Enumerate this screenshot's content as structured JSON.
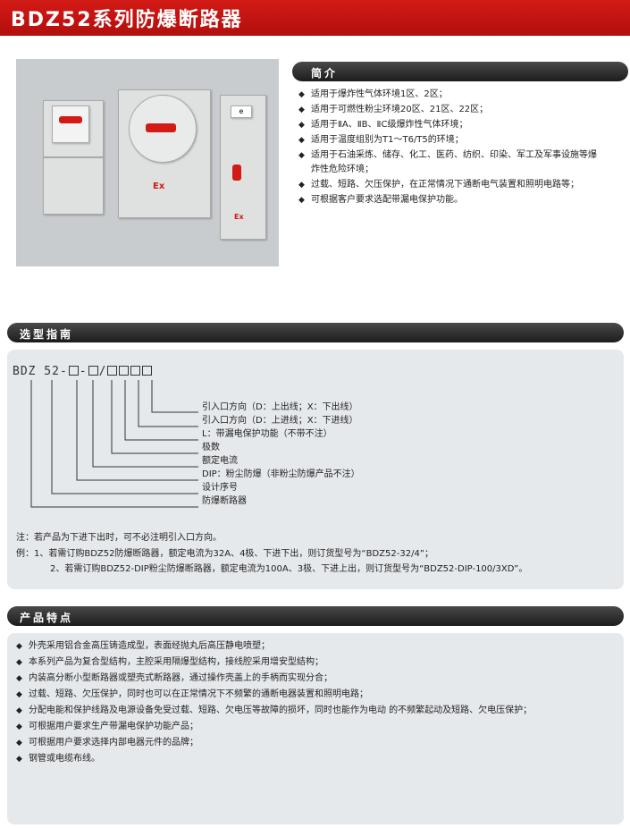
{
  "title": "BDZ52系列防爆断路器",
  "intro": {
    "heading": "简介",
    "items": [
      "适用于爆炸性气体环境1区、2区；",
      "适用于可燃性粉尘环境20区、21区、22区；",
      "适用于ⅡA、ⅡB、ⅡC级爆炸性气体环境；",
      "适用于温度组别为T1～T6/T5的环境；",
      "适用于石油采炼、储存、化工、医药、纺织、印染、军工及军事设施等爆",
      "炸性危险环境；",
      "过载、短路、欠压保护，在正常情况下通断电气装置和照明电路等；",
      "可根据客户要求选配带漏电保护功能。"
    ],
    "bullet": "◆"
  },
  "photo_labels": {
    "ex": "Ex",
    "e": "e"
  },
  "selection": {
    "heading": "选型指南",
    "model_prefix": "BDZ 52-",
    "labels": [
      "引入口方向（D：上出线；X：下出线）",
      "引入口方向（D：上进线；X：下进线）",
      "L：带漏电保护功能（不带不注）",
      "极数",
      "额定电流",
      "DIP：粉尘防爆（非粉尘防爆产品不注）",
      "设计序号",
      "防爆断路器"
    ],
    "notes": [
      "注：若产品为下进下出时，可不必注明引入口方向。",
      "例：1、若需订购BDZ52防爆断路器，额定电流为32A、4极、下进下出，则订货型号为“BDZ52-32/4”；",
      "2、若需订购BDZ52-DIP粉尘防爆断路器，额定电流为100A、3极、下进上出，则订货型号为“BDZ52-DIP-100/3XD”。"
    ]
  },
  "features": {
    "heading": "产品特点",
    "items": [
      "外壳采用铝合金高压铸造成型，表面经抛丸后高压静电喷塑；",
      "本系列产品为复合型结构，主腔采用隔爆型结构，接线腔采用增安型结构；",
      "内装高分断小型断路器或塑壳式断路器，通过操作壳盖上的手柄而实现分合；",
      "过载、短路、欠压保护，同时也可以在正常情况下不频繁的通断电器装置和照明电路；",
      "分配电能和保护线路及电源设备免受过载、短路、欠电压等故障的损坏，同时也能作为电动    的不频繁起动及短路、欠电压保护；",
      "可根据用户要求生产带漏电保护功能产品；",
      "可根据用户要求选择内部电器元件的品牌；",
      "钢管或电缆布线。"
    ],
    "bullet": "◆"
  },
  "colors": {
    "title_red": "#c8140f",
    "section_bar": "#2a2a2a",
    "panel": "#e6e9ec"
  }
}
